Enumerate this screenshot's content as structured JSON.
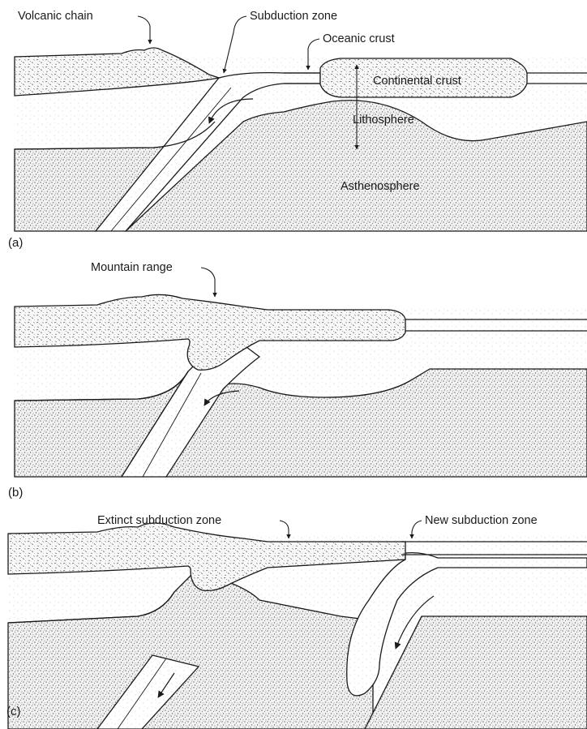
{
  "panels": {
    "a": {
      "tag": "(a)",
      "labels": {
        "volcanic_chain": "Volcanic chain",
        "subduction_zone": "Subduction zone",
        "oceanic_crust": "Oceanic crust",
        "continental_crust": "Continental crust",
        "lithosphere": "Lithosphere",
        "asthenosphere": "Asthenosphere"
      }
    },
    "b": {
      "tag": "(b)",
      "labels": {
        "mountain_range": "Mountain range"
      }
    },
    "c": {
      "tag": "(c)",
      "labels": {
        "extinct_subduction_zone": "Extinct subduction zone",
        "new_subduction_zone": "New subduction zone"
      }
    }
  },
  "colors": {
    "ink": "#1a1a1a",
    "background": "#ffffff",
    "asthenosphere_stipple": "#8a8a8a",
    "lithosphere_stipple": "#c8c8c8",
    "crust_dash": "#555555"
  }
}
